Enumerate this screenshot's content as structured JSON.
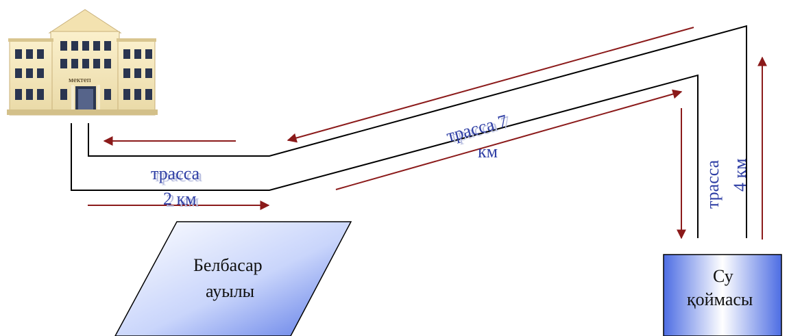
{
  "school": {
    "label": "мектеп",
    "icon": "school-building-icon"
  },
  "route_school_village": {
    "label_word": "трасса",
    "label_distance": "2 км"
  },
  "route_main": {
    "label_line1": "трасса 7",
    "label_line2": "км"
  },
  "route_reservoir": {
    "label_word": "трасса",
    "label_distance": "4 км"
  },
  "village": {
    "line1": "Белбасар",
    "line2": "ауылы"
  },
  "reservoir": {
    "line1": "Су",
    "line2": "қоймасы"
  },
  "colors": {
    "road": "#000000",
    "arrow": "#8b1a1a",
    "label": "#2f3fa5",
    "shape_gradient_light": "#ffffff",
    "shape_gradient_dark": "#4b6be0"
  }
}
